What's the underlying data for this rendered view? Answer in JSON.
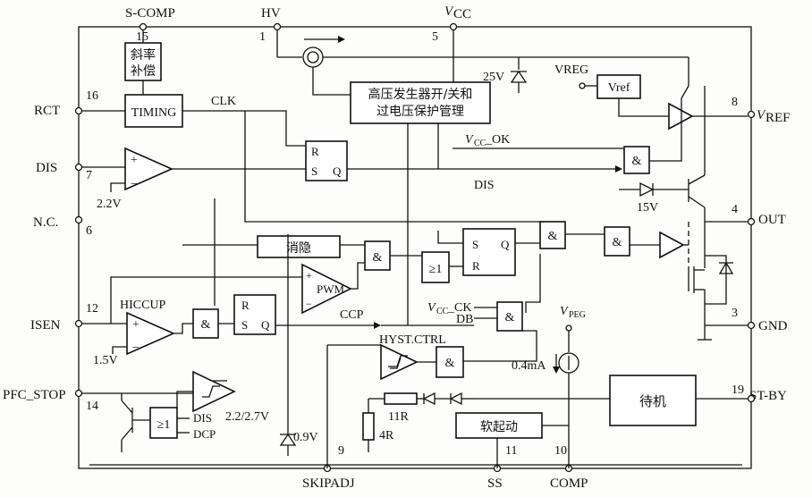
{
  "pins": {
    "s_comp": "S-COMP",
    "hv": "HV",
    "vcc_top": "V",
    "vcc_sub": "CC",
    "rct": "RCT",
    "dis": "DIS",
    "nc": "N.C.",
    "isen": "ISEN",
    "pfc_stop": "PFC_STOP",
    "skipadj": "SKIPADJ",
    "ss": "SS",
    "comp": "COMP",
    "vref_out": "V",
    "vref_out_sub": "REF",
    "out": "OUT",
    "gnd": "GND",
    "st_by": "ST-BY"
  },
  "pin_numbers": {
    "p15": "15",
    "p1": "1",
    "p5": "5",
    "p16": "16",
    "p7": "7",
    "p6": "6",
    "p12": "12",
    "p14": "14",
    "p9": "9",
    "p11": "11",
    "p10": "10",
    "p8": "8",
    "p4": "4",
    "p3": "3",
    "p19": "19"
  },
  "blocks": {
    "slope_comp_l1": "斜率",
    "slope_comp_l2": "补偿",
    "timing": "TIMING",
    "hv_mgmt_l1": "高压发生器开/关和",
    "hv_mgmt_l2": "过电压保护管理",
    "vref": "Vref",
    "blanking": "消隐",
    "pwm": "PWM",
    "standby": "待机",
    "softstart": "软起动"
  },
  "labels": {
    "clk": "CLK",
    "v25": "25V",
    "vreg": "VREG",
    "vcc_ok": "V",
    "vcc_ok_sub": "CC",
    "vcc_ok_suffix": "_OK",
    "dis_net": "DIS",
    "v15": "15V",
    "v22": "2.2V",
    "hiccup": "HICCUP",
    "v15b": "1.5V",
    "ccp": "CCP",
    "vcc_ck": "V",
    "vcc_ck_sub": "CC",
    "vcc_ck_suffix": "_CK",
    "db": "DB",
    "hyst": "HYST.CTRL",
    "vpeg": "V",
    "vpeg_sub": "PEG",
    "i04": "0.4mA",
    "r11": "11R",
    "r4": "4R",
    "dis_in": "DIS",
    "dcp": "DCP",
    "thr": "2.2/2.7V",
    "v09": "0.9V",
    "or1": "≥1",
    "or2": "≥1",
    "r": "R",
    "s": "S",
    "q": "Q",
    "amp": "&",
    "plus": "+",
    "minus": "−"
  }
}
